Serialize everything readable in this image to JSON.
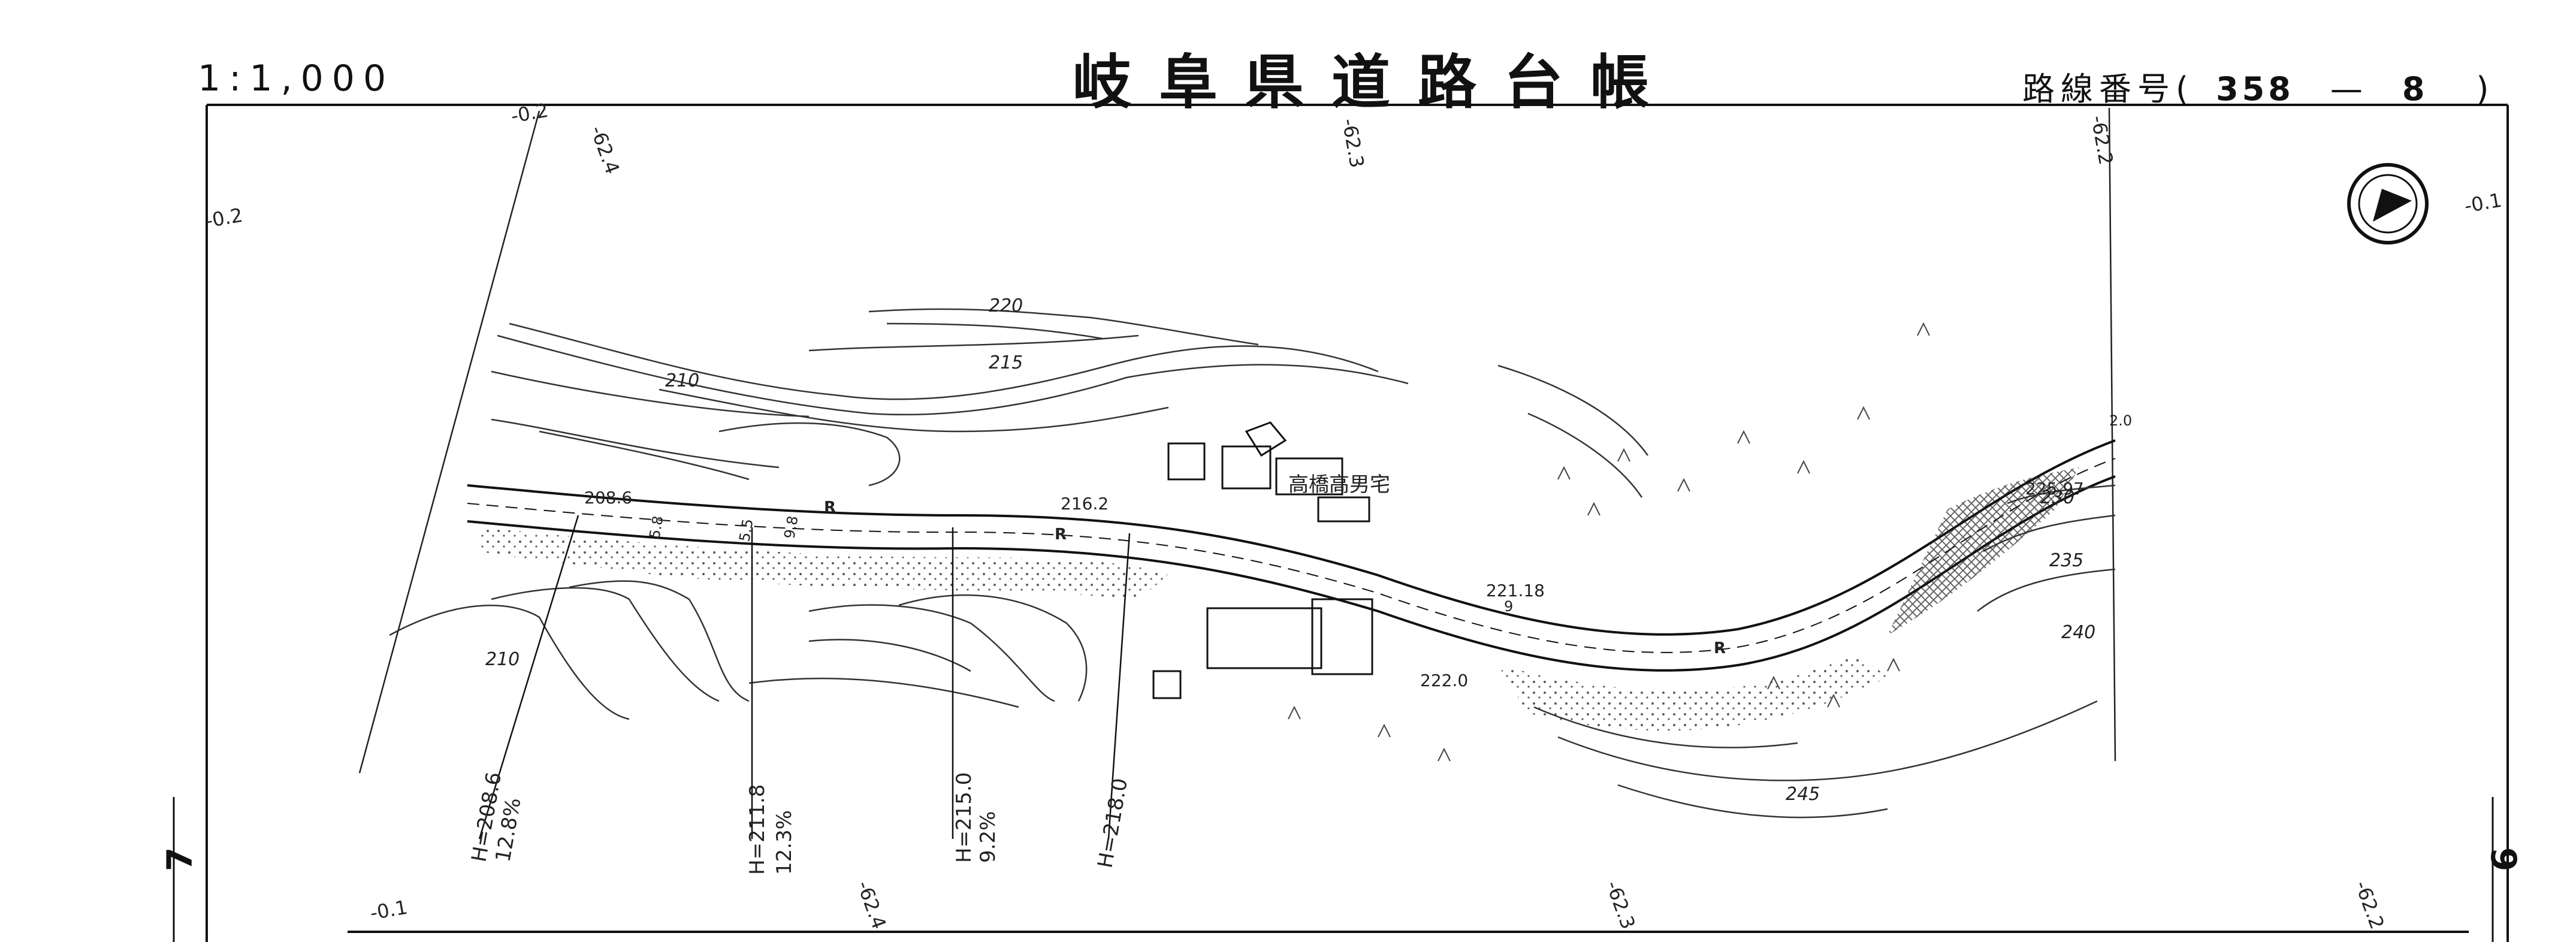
{
  "header": {
    "scale": "1:1,000",
    "title": "岐阜県道路台帳",
    "route_label": "路線番号",
    "route_number": "358",
    "route_section": "8"
  },
  "page_edges": {
    "left_page": "7",
    "right_page": "6"
  },
  "map": {
    "house_label": "高橋高男宅",
    "elevations": [
      "208.6",
      "216.2",
      "221.18",
      "225.97",
      "222.0"
    ],
    "contours": [
      "210",
      "215",
      "220",
      "230",
      "235",
      "240",
      "245",
      "210"
    ],
    "grid_labels": [
      "-0.2",
      "-62.4",
      "-62.3",
      "-62.2",
      "-0.2",
      "-0.1",
      "-0.1",
      "-62.4",
      "-62.3",
      "-62.2"
    ],
    "road_marks": [
      "R",
      "R",
      "R"
    ],
    "widths": [
      "2.0",
      "5.8",
      "5.5",
      "9.8",
      "9"
    ],
    "profiles": [
      {
        "h": "H=208.6",
        "g": "12.8%"
      },
      {
        "h": "H=211.8",
        "g": "12.3%"
      },
      {
        "h": "H=215.0",
        "g": "9.2%"
      },
      {
        "h": "H=218.0",
        "g": ""
      }
    ],
    "north_symbol": "north-arrow"
  },
  "colors": {
    "ink": "#111111",
    "paper": "#ffffff"
  }
}
